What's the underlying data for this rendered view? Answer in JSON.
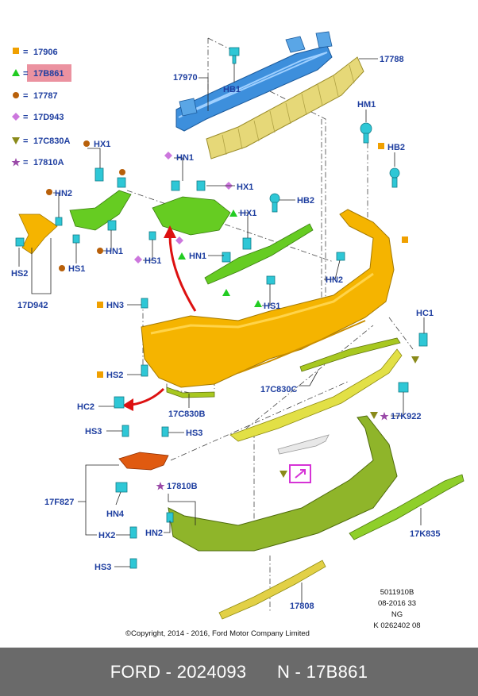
{
  "legend": [
    {
      "symbol": "square",
      "color": "#f0a000",
      "code": "17906"
    },
    {
      "symbol": "triangle",
      "color": "#22cc22",
      "code": "17B861",
      "highlighted": true
    },
    {
      "symbol": "circle",
      "color": "#b8600a",
      "code": "17787"
    },
    {
      "symbol": "diamond",
      "color": "#cc77dd",
      "code": "17D943"
    },
    {
      "symbol": "triangle-down",
      "color": "#8a8a1a",
      "code": "17C830A"
    },
    {
      "symbol": "star",
      "color": "#9a4aa8",
      "code": "17810A"
    }
  ],
  "legend_eq": "=",
  "highlight_color": "#e87f8f",
  "labels": {
    "l17970": "17970",
    "lHB1": "HB1",
    "l17788": "17788",
    "lHM1": "HM1",
    "lHB2a": "HB2",
    "lHB2b": "HB2",
    "lHX1a": "HX1",
    "lHN1a": "HN1",
    "lHX1b": "HX1",
    "lHN2a": "HN2",
    "lHS1a": "HS1",
    "lHN1b": "HN1",
    "lHS1b": "HS1",
    "lHX1c": "HX1",
    "lHN1c": "HN1",
    "lHS1c": "HS1",
    "lHN2b": "HN2",
    "lHS2": "HS2",
    "l17D942": "17D942",
    "lHN3": "HN3",
    "lHS2b": "HS2",
    "lHC1": "HC1",
    "l17C830C": "17C830C",
    "lHC2": "HC2",
    "l17C830B": "17C830B",
    "l17K922": "17K922",
    "lHS3a": "HS3",
    "lHS3b": "HS3",
    "l17810B": "17810B",
    "l17F827": "17F827",
    "lHN4": "HN4",
    "lHN2c": "HN2",
    "lHX2": "HX2",
    "l17K835": "17K835",
    "lHS3c": "HS3",
    "l17808": "17808"
  },
  "meta": [
    "5011910B",
    "08-2016 33",
    "NG",
    "K 0262402 08"
  ],
  "copyright": "©Copyright, 2014 - 2016, Ford Motor Company Limited",
  "footer": {
    "brand": "FORD",
    "sep": " - ",
    "number": "2024093",
    "gap": "      ",
    "prefix": "N - ",
    "part": "17B861"
  },
  "colors": {
    "bumper": "#f5b400",
    "beam": "#3d8fdc",
    "absorber": "#e6d878",
    "bracket": "#66cc22",
    "reinforcement": "#a8c820",
    "lowerskirt": "#8fb52a",
    "clip": "#2ec7d6",
    "arrow": "#dd1111",
    "lamp": "#e05a10"
  }
}
